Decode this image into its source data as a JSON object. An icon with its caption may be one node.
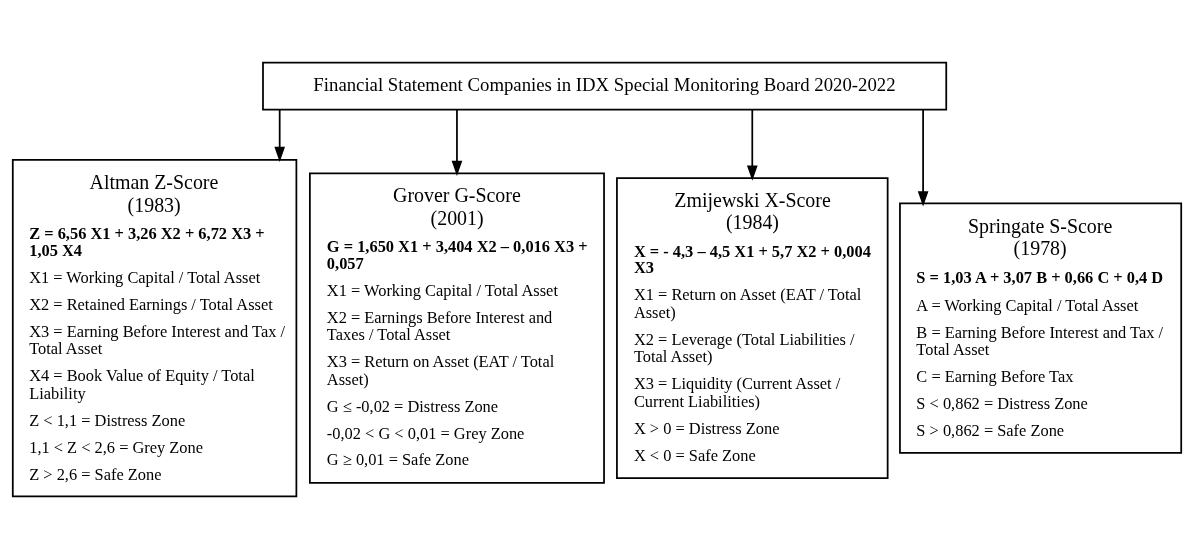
{
  "diagram": {
    "nodes": [
      {
        "text": [
          "Financial Statement Companies in IDX Special Monitoring Board 2020-2022"
        ]
      },
      {
        "text": [
          "Altman Z-Score (1983)",
          "Z = 6,56 X1 + 3,26 X2 + 6,72 X3 + 1,05 X4",
          "X1 = Working Capital / Total Asset",
          "X2 = Retained Earnings / Total Asset",
          "X3 = Earning Before Interest and Tax / Total Asset",
          "X4 = Book Value of Equity / Total Liability",
          "Z < 1,1 = Distress Zone",
          "1,1 < Z < 2,6 = Grey Zone",
          "Z > 2,6 = Safe Zone"
        ]
      },
      {
        "text": [
          "Grover G-Score (2001)",
          "G = 1,650 X1 + 3,404 X2 – 0,016 X3 + 0,057",
          "X1 = Working Capital / Total Asset",
          "X2 = Earnings Before Interest and Taxes / Total Asset",
          "X3 = Return on Asset (EAT / Total Asset)",
          "G ≤ -0,02 = Distress Zone",
          "-0,02 < G < 0,01 = Grey Zone",
          "G ≥ 0,01 = Safe Zone"
        ]
      },
      {
        "text": [
          "Zmijewski X-Score (1984)",
          "X = - 4,3 – 4,5 X1 + 5,7 X2 + 0,004 X3",
          "X1 = Return on Asset (EAT / Total Asset)",
          "X2 = Leverage (Total Liabilities / Total Asset)",
          "X3 = Liquidity (Current Asset / Current Liabilities)",
          "X > 0 = Distress Zone",
          "X < 0 = Safe Zone"
        ]
      },
      {
        "text": [
          "Springate S-Score (1978)",
          "S = 1,03 A + 3,07 B + 0,66 C + 0,4 D",
          "A = Working Capital / Total Asset",
          "B = Earning Before Interest and Tax / Total Asset",
          "C = Earning Before Tax",
          "S < 0,862 = Distress Zone",
          "S > 0,862 = Safe Zone"
        ]
      }
    ],
    "edges": [
      {
        "from": 0,
        "to": 1,
        "arrow": "to"
      },
      {
        "from": 0,
        "to": 2,
        "arrow": "to"
      },
      {
        "from": 0,
        "to": 3,
        "arrow": "to"
      },
      {
        "from": 0,
        "to": 4,
        "arrow": "to"
      }
    ]
  }
}
